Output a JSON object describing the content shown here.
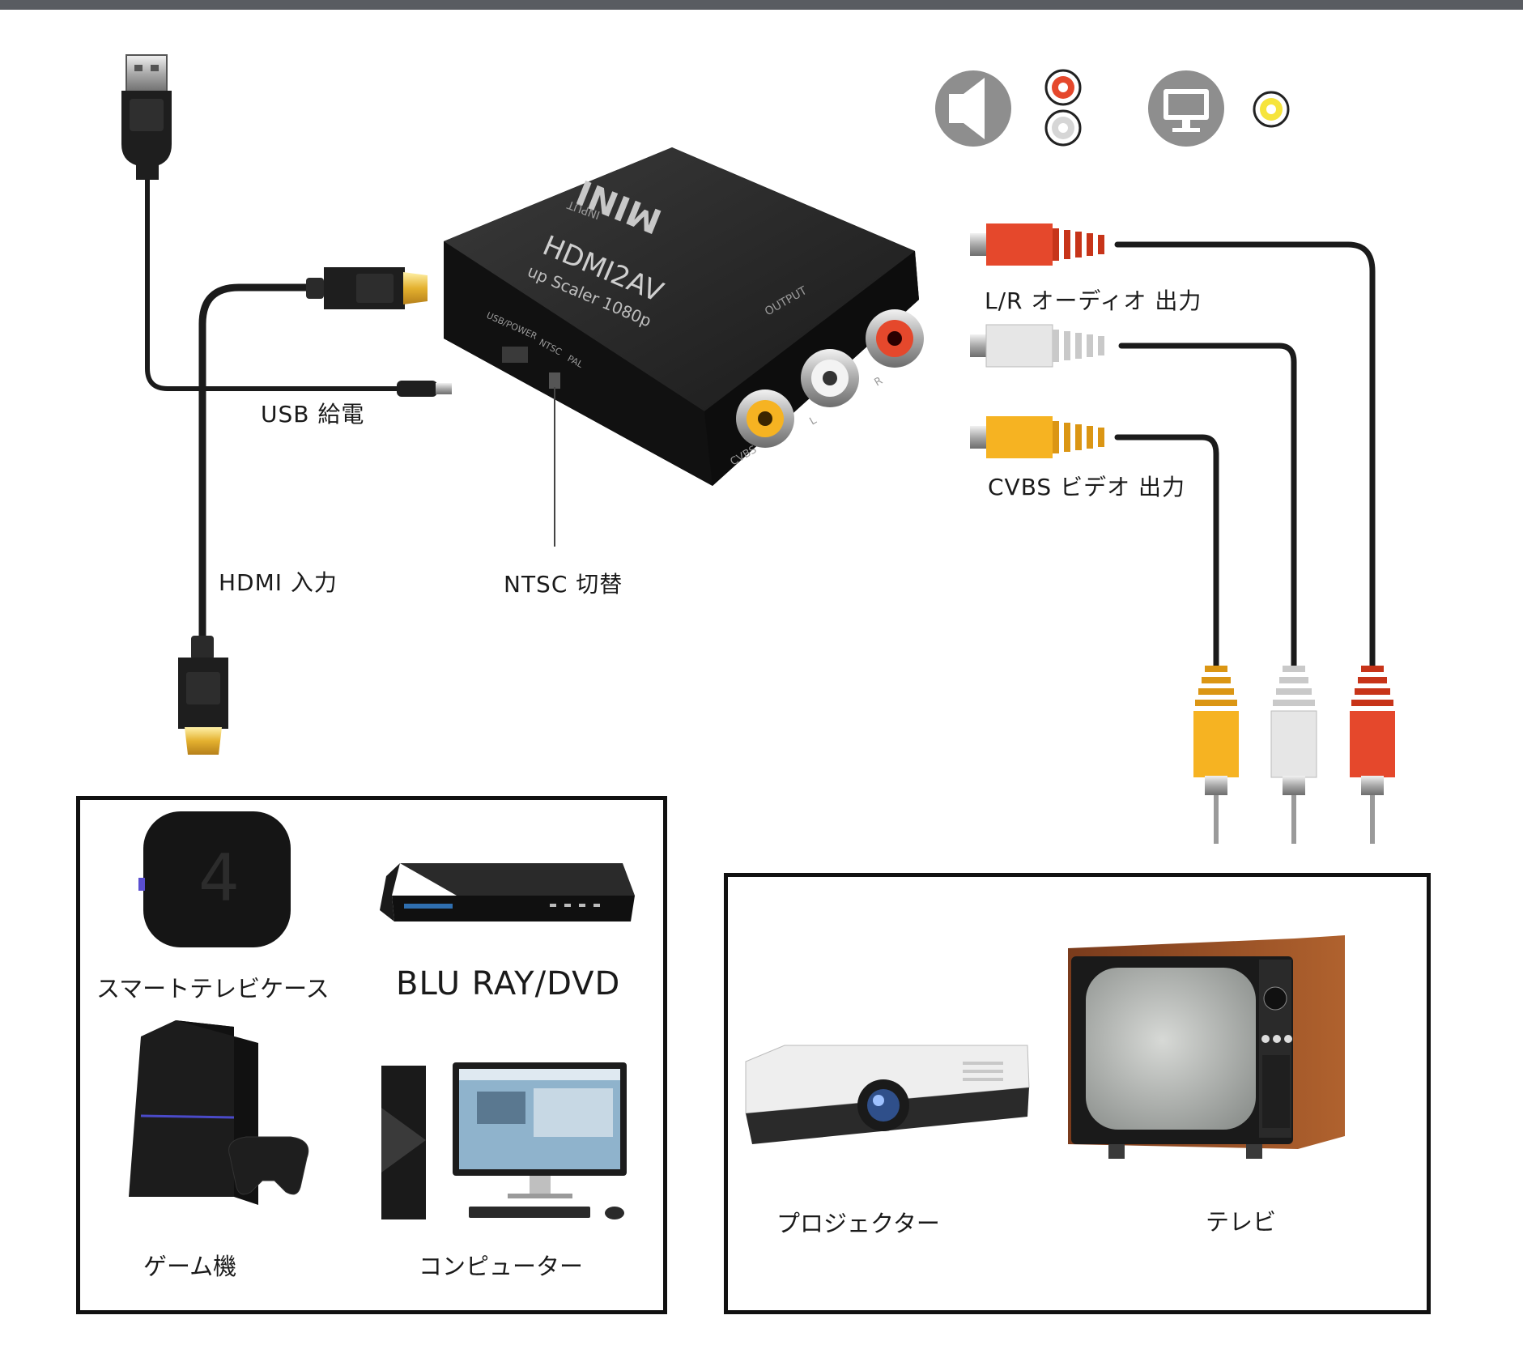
{
  "labels": {
    "usb_power": "USB 給電",
    "hdmi_input": "HDMI 入力",
    "ntsc_switch": "NTSC 切替",
    "lr_audio_out": "L/R オーディオ 出力",
    "cvbs_video_out": "CVBS ビデオ 出力"
  },
  "device": {
    "brand": "MINI",
    "model": "HDMI2AV",
    "subtitle": "up Scaler 1080p",
    "input_label": "INPUT",
    "output_label": "OUTPUT",
    "usb_power_label": "USB/POWER",
    "ntsc_label": "NTSC",
    "pal_label": "PAL",
    "cvbs_label": "CVBS",
    "l_label": "L",
    "r_label": "R"
  },
  "sources": [
    {
      "label": "スマートテレビケース",
      "icon": "streaming-box-icon"
    },
    {
      "label": "BLU RAY/DVD",
      "icon": "bluray-player-icon"
    },
    {
      "label": "ゲーム機",
      "icon": "game-console-icon"
    },
    {
      "label": "コンピューター",
      "icon": "desktop-computer-icon"
    }
  ],
  "outputs": [
    {
      "label": "プロジェクター",
      "icon": "projector-icon"
    },
    {
      "label": "テレビ",
      "icon": "crt-tv-icon"
    }
  ],
  "streaming_box_number": "4",
  "colors": {
    "cable": "#1b1b1b",
    "rca_red": "#e5482c",
    "rca_white": "#e6e6e6",
    "rca_yellow": "#f6b322",
    "gold": "#e9b739",
    "icon_gray": "#8e8e8e",
    "device_body": "#1f1f1f"
  }
}
